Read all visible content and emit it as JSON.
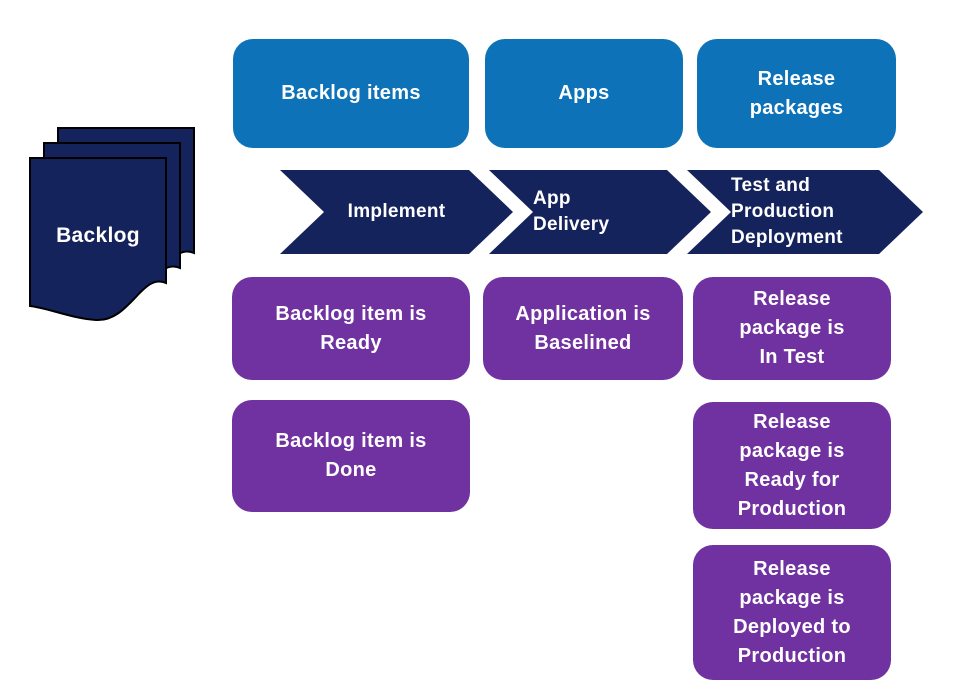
{
  "diagram": {
    "backlog_label": "Backlog",
    "stages": [
      {
        "artifact_label": "Backlog items",
        "phase_label": "Implement",
        "state_labels": [
          "Backlog item is\nReady",
          "Backlog item is\nDone"
        ]
      },
      {
        "artifact_label": "Apps",
        "phase_label": "App\nDelivery",
        "state_labels": [
          "Application is\nBaselined"
        ]
      },
      {
        "artifact_label": "Release\npackages",
        "phase_label": "Test and\nProduction\nDeployment",
        "state_labels": [
          "Release\npackage is\nIn Test",
          "Release\npackage is\nReady for\nProduction",
          "Release\npackage is\nDeployed to\nProduction"
        ]
      }
    ],
    "colors": {
      "artifact_blue": "#0D72B8",
      "phase_navy": "#14235B",
      "state_purple": "#7031A1",
      "text_white": "#FFFFFF"
    }
  }
}
